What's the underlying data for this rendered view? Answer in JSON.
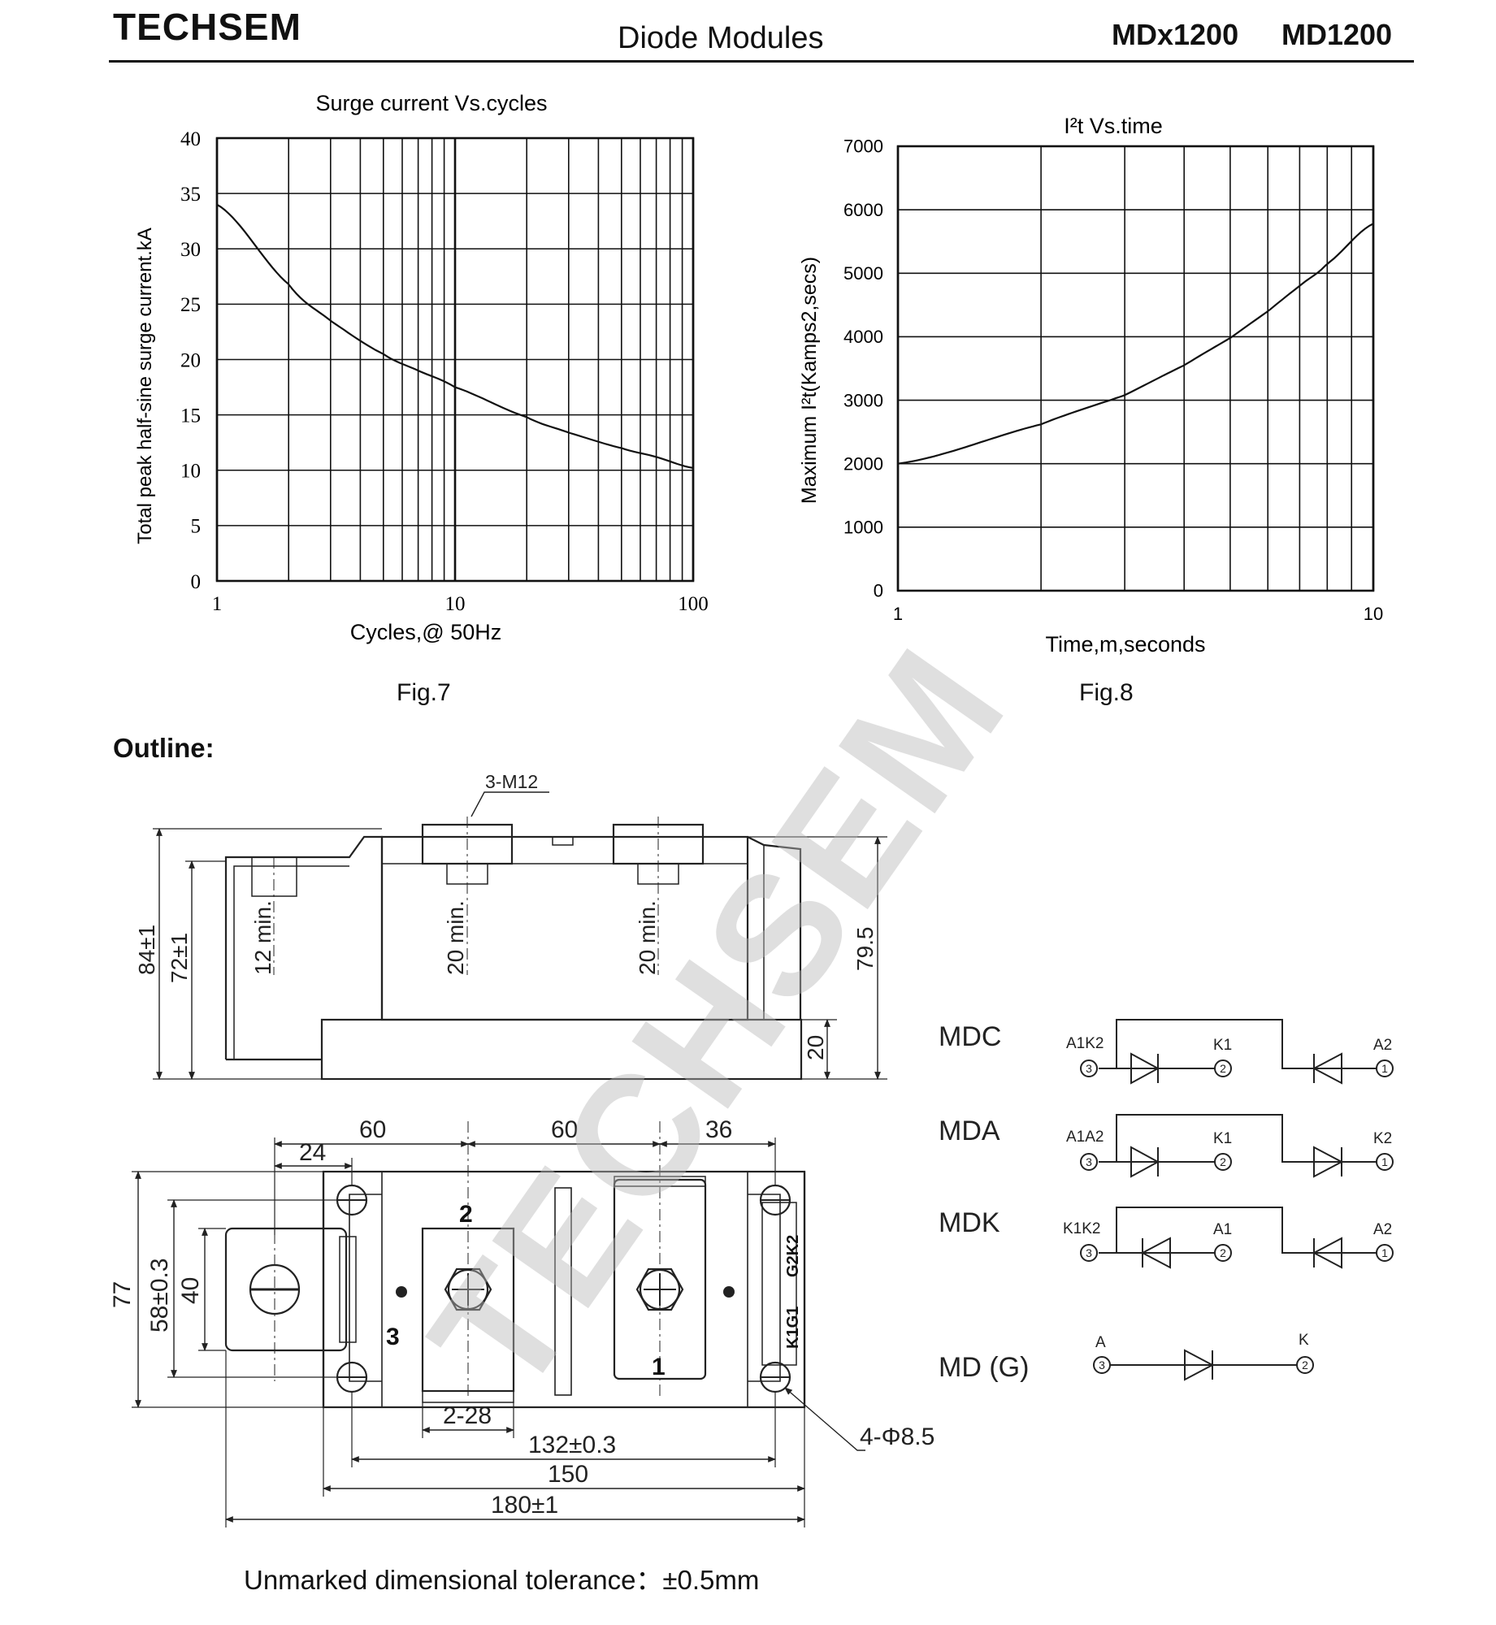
{
  "header": {
    "brand": "TECHSEM",
    "title": "Diode Modules",
    "model_a": "MDx1200",
    "model_b": "MD1200"
  },
  "figures": {
    "fig7_caption": "Fig.7",
    "fig8_caption": "Fig.8"
  },
  "outline": {
    "heading": "Outline:",
    "side_view": {
      "thread": "3-M12",
      "depth_1": "12 min.",
      "depth_2": "20 min.",
      "depth_3": "20 min.",
      "height_total": "84±1",
      "height_body": "72±1",
      "height_right": "79.5",
      "base": "20"
    },
    "top_view": {
      "dim_60a": "60",
      "dim_60b": "60",
      "dim_36": "36",
      "dim_24": "24",
      "dim_77": "77",
      "dim_58": "58±0.3",
      "dim_40": "40",
      "dim_2_28": "2-28",
      "dim_132": "132±0.3",
      "dim_150": "150",
      "dim_180": "180±1",
      "holes": "4-Φ8.5",
      "terminal_1": "1",
      "terminal_2": "2",
      "terminal_3": "3",
      "aux_label_a": "K1G1",
      "aux_label_b": "G2K2"
    },
    "tolerance_note": "Unmarked dimensional tolerance：±0.5mm"
  },
  "circuits": [
    {
      "name": "MDC",
      "left": "A1K2",
      "mid": "K1",
      "right": "A2",
      "pin_left": "3",
      "pin_mid": "2",
      "pin_right": "1"
    },
    {
      "name": "MDA",
      "left": "A1A2",
      "mid": "K1",
      "right": "K2",
      "pin_left": "3",
      "pin_mid": "2",
      "pin_right": "1"
    },
    {
      "name": "MDK",
      "left": "K1K2",
      "mid": "A1",
      "right": "A2",
      "pin_left": "3",
      "pin_mid": "2",
      "pin_right": "1"
    },
    {
      "name": "MD (G)",
      "left": "A",
      "right": "K",
      "pin_left": "3",
      "pin_right": "2"
    }
  ],
  "watermark": "TECHSEM",
  "chart_data": [
    {
      "type": "line",
      "title": "Surge current Vs.cycles",
      "xlabel": "Cycles,@ 50Hz",
      "ylabel": "Total peak half-sine surge current.kA",
      "xscale": "log",
      "xlim": [
        1,
        100
      ],
      "ylim": [
        0,
        40
      ],
      "xticks": [
        "1",
        "10",
        "100"
      ],
      "yticks": [
        "0",
        "5",
        "10",
        "15",
        "20",
        "25",
        "30",
        "35",
        "40"
      ],
      "grid": true,
      "x": [
        1,
        2,
        3,
        5,
        7,
        10,
        20,
        30,
        50,
        70,
        100
      ],
      "y": [
        34,
        26.8,
        23.5,
        20.5,
        19,
        17.5,
        14.8,
        13.4,
        12,
        11.2,
        10.2
      ]
    },
    {
      "type": "line",
      "title": "I²t  Vs.time",
      "xlabel": "Time,m,seconds",
      "ylabel": "Maximum I²t(Kamps2,secs)",
      "xscale": "log",
      "xlim": [
        1,
        10
      ],
      "ylim": [
        0,
        7000
      ],
      "xticks": [
        "1",
        "10"
      ],
      "yticks": [
        "0",
        "1000",
        "2000",
        "3000",
        "4000",
        "5000",
        "6000",
        "7000"
      ],
      "grid": true,
      "x": [
        1,
        2,
        3,
        4,
        5,
        6,
        7,
        8,
        10
      ],
      "y": [
        2000,
        2620,
        3080,
        3550,
        3980,
        4400,
        4800,
        5150,
        5780
      ]
    }
  ]
}
